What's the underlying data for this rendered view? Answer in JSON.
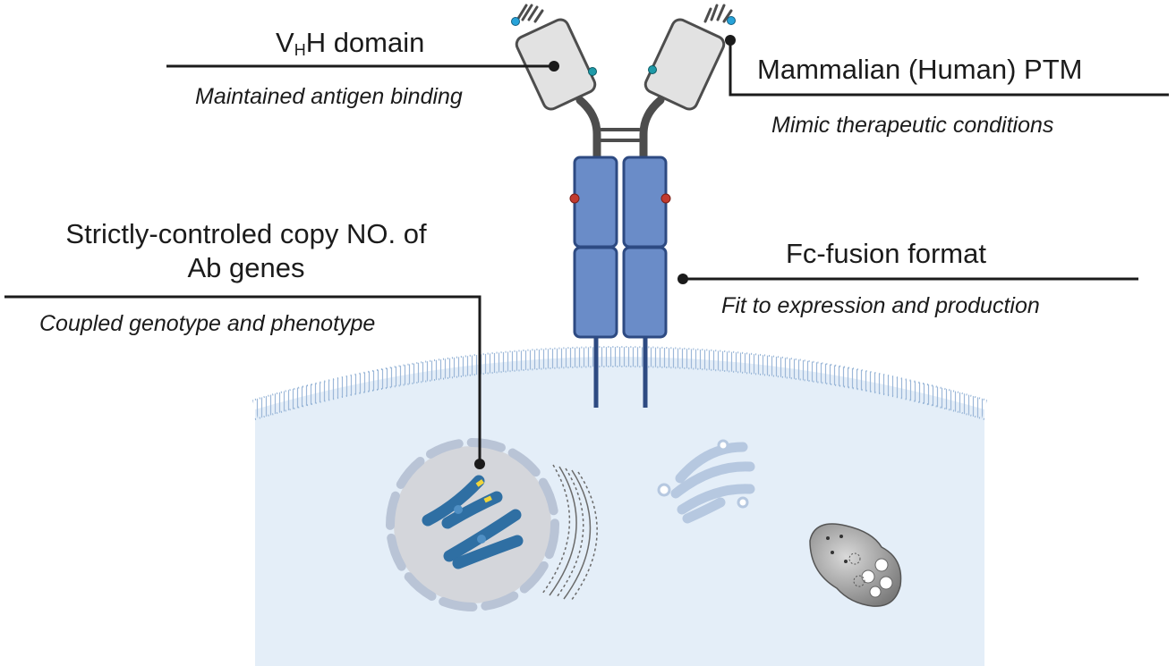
{
  "labels": {
    "vhh": {
      "title_prefix": "V",
      "title_sub": "H",
      "title_suffix": "H domain",
      "subtitle": "Maintained antigen binding"
    },
    "ptm": {
      "title": "Mammalian (Human) PTM",
      "subtitle": "Mimic therapeutic conditions"
    },
    "copy": {
      "title_line1": "Strictly-controled copy NO. of",
      "title_line2": "Ab genes",
      "subtitle": "Coupled genotype and phenotype"
    },
    "fc": {
      "title": "Fc-fusion format",
      "subtitle": "Fit to expression and production"
    }
  },
  "colors": {
    "cell_fill": "#e4eef8",
    "membrane": "#8fb0d4",
    "fc_domain": "#6a8cc8",
    "fc_outline": "#2d4a82",
    "vhh_fill": "#e2e2e2",
    "hinge": "#4d4d4d",
    "chromosome": "#2f6fa3",
    "nucleus": "#d4d6db"
  },
  "icons": [
    "vhh-domain-icon",
    "fc-domain-icon",
    "cell-membrane-icon",
    "nucleus-icon",
    "chromosome-icon",
    "golgi-icon",
    "lysosome-icon",
    "endoplasmic-reticulum-icon"
  ]
}
